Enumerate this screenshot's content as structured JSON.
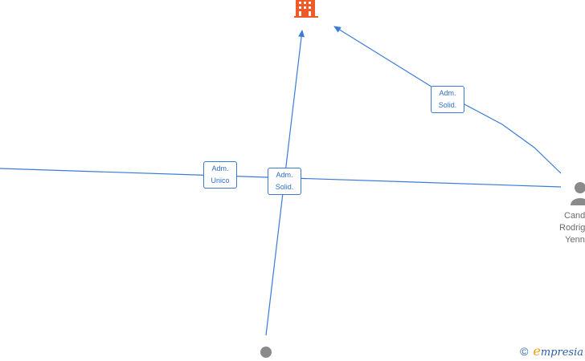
{
  "colors": {
    "edge": "#3a7bd5",
    "company": "#f05a28",
    "person": "#8a8a8a"
  },
  "nodes": {
    "company": {
      "icon": "building-icon"
    },
    "person_right": {
      "icon": "person-icon",
      "label_lines": [
        "Cand",
        "Rodrig",
        "Yenn"
      ]
    },
    "person_bottom": {
      "icon": "person-icon"
    }
  },
  "edges": [
    {
      "id": "edge-left-horizontal",
      "label_lines": [
        "Adm.",
        "Unico"
      ]
    },
    {
      "id": "edge-bottom-to-company",
      "label_lines": [
        "Adm.",
        "Solid."
      ]
    },
    {
      "id": "edge-right-to-company",
      "label_lines": [
        "Adm.",
        "Solid."
      ]
    }
  ],
  "brand": {
    "copyright": "©",
    "e": "e",
    "word": "mpresia"
  }
}
